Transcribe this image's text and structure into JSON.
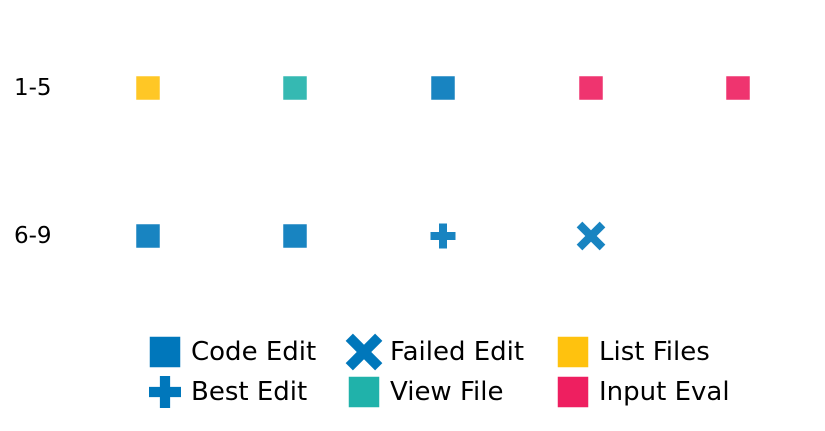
{
  "chart_data": {
    "type": "scatter",
    "rows": [
      {
        "label": "1-5",
        "steps": [
          "List Files",
          "View File",
          "Code Edit",
          "Input Eval",
          "Input Eval"
        ]
      },
      {
        "label": "6-9",
        "steps": [
          "Code Edit",
          "Code Edit",
          "Best Edit",
          "Failed Edit"
        ]
      }
    ],
    "legend": {
      "placement": "bottom",
      "columns": 3,
      "entries": [
        {
          "label": "Code Edit",
          "marker": "square",
          "color": "#0077bb"
        },
        {
          "label": "Best Edit",
          "marker": "plus",
          "color": "#0077bb"
        },
        {
          "label": "Failed Edit",
          "marker": "x",
          "color": "#0077bb"
        },
        {
          "label": "View File",
          "marker": "square",
          "color": "#20b2aa"
        },
        {
          "label": "List Files",
          "marker": "square",
          "color": "#ffc20e"
        },
        {
          "label": "Input Eval",
          "marker": "square",
          "color": "#ee1f60"
        }
      ]
    },
    "grid": false
  }
}
